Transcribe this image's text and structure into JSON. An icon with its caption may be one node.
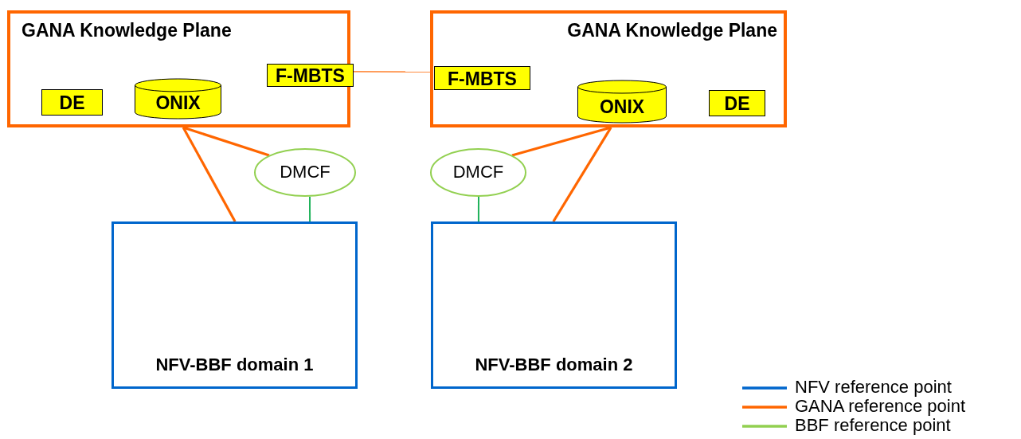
{
  "diagram": {
    "nodes": [
      {
        "text": [
          "GANA Knowledge Plane"
        ]
      },
      {
        "text": [
          "F-MBTS"
        ],
        "in": 0
      },
      {
        "text": [
          "DE"
        ],
        "in": 0
      },
      {
        "text": [
          "ONIX"
        ],
        "in": 0
      },
      {
        "text": [
          "GANA Knowledge Plane"
        ]
      },
      {
        "text": [
          "F-MBTS"
        ],
        "in": 4
      },
      {
        "text": [
          "ONIX"
        ],
        "in": 4
      },
      {
        "text": [
          "DE"
        ],
        "in": 4
      },
      {
        "text": [
          "DMCF"
        ]
      },
      {
        "text": [
          "DMCF"
        ]
      },
      {
        "text": [
          "NFV-BBF domain 1"
        ]
      },
      {
        "text": [
          "NFV-BBF domain 2"
        ]
      }
    ],
    "edges": [
      {
        "from": 1,
        "to": 5,
        "arrow": "none"
      },
      {
        "from": 0,
        "to": 8,
        "arrow": "none"
      },
      {
        "from": 0,
        "to": 10,
        "arrow": "none"
      },
      {
        "from": 8,
        "to": 10,
        "arrow": "none",
        "color": "#1fb25a"
      },
      {
        "from": 4,
        "to": 9,
        "arrow": "none"
      },
      {
        "from": 4,
        "to": 11,
        "arrow": "none"
      },
      {
        "from": 9,
        "to": 11,
        "arrow": "none",
        "color": "#1fb25a"
      }
    ],
    "legend": [
      {
        "text": "NFV reference point"
      },
      {
        "text": "GANA reference point"
      },
      {
        "text": "BBF reference point"
      }
    ]
  }
}
